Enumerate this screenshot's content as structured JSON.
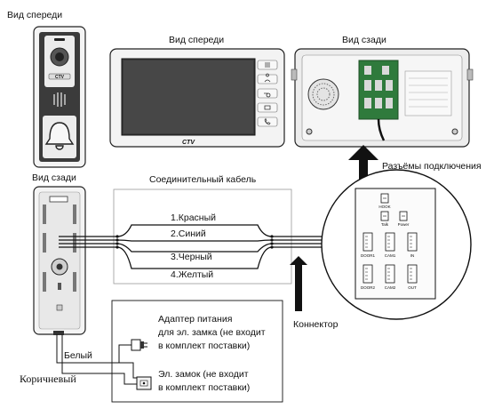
{
  "labels": {
    "panel_front": "Вид спереди",
    "panel_back": "Вид сзади",
    "monitor_front": "Вид спереди",
    "monitor_back": "Вид сзади",
    "connectors": "Разъёмы подключения",
    "cable_title": "Соединительный кабель",
    "connector": "Коннектор",
    "adapter_line1": "Адаптер питания",
    "adapter_line2": "для эл. замка (не входит",
    "adapter_line3": "в комплект поставки)",
    "lock_line1": "Эл. замок (не входит",
    "lock_line2": "в комплект поставки)",
    "white_wire": "Белый",
    "brown_wire": "Коричневый",
    "monitor_logo": "CTV",
    "panel_logo": "CTV"
  },
  "wires": [
    {
      "number": "1.",
      "name": "Красный"
    },
    {
      "number": "2.",
      "name": "Синий"
    },
    {
      "number": "3.",
      "name": "Черный"
    },
    {
      "number": "4.",
      "name": "Желтый"
    }
  ],
  "connector_block": {
    "hook": "HOOK",
    "talk": "Talk",
    "power": "Power",
    "row1": [
      "DOOR1",
      "CAM1",
      "IN"
    ],
    "row2": [
      "DOOR2",
      "CAM2",
      "OUT"
    ]
  },
  "colors": {
    "line": "#111111",
    "device_body": "#f2f2f2",
    "screen": "#3a3a3a",
    "pcb": "#2f7a3c"
  }
}
